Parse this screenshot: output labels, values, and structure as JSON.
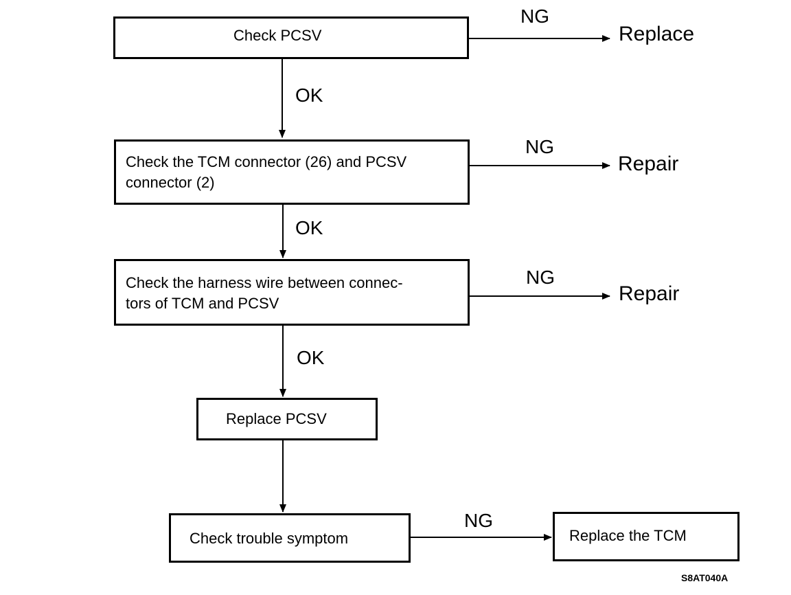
{
  "steps": {
    "check_pcsv": "Check PCSV",
    "check_connectors_line1": "Check the TCM connector (26) and PCSV",
    "check_connectors_line2": "connector (2)",
    "check_harness_line1": "Check the harness wire between connec-",
    "check_harness_line2": "tors of TCM and PCSV",
    "replace_pcsv": "Replace PCSV",
    "check_symptom": "Check trouble symptom",
    "replace_tcm": "Replace the TCM"
  },
  "branches": {
    "ok_1": "OK",
    "ok_2": "OK",
    "ok_3": "OK",
    "ng_1": "NG",
    "ng_2": "NG",
    "ng_3": "NG",
    "ng_4": "NG"
  },
  "outcomes": {
    "replace": "Replace",
    "repair_1": "Repair",
    "repair_2": "Repair"
  },
  "figure_code": "S8AT040A"
}
